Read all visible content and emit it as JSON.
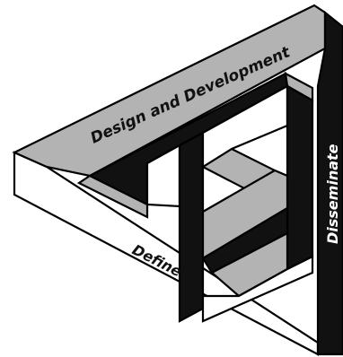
{
  "title": "",
  "labels": {
    "design_and_development": "Design and Development",
    "disseminate": "Disseminate",
    "define": "Define"
  },
  "colors": {
    "gray_face": "#b3b3b3",
    "white_face": "#ffffff",
    "black_face": "#111111",
    "outline": "#000000"
  }
}
